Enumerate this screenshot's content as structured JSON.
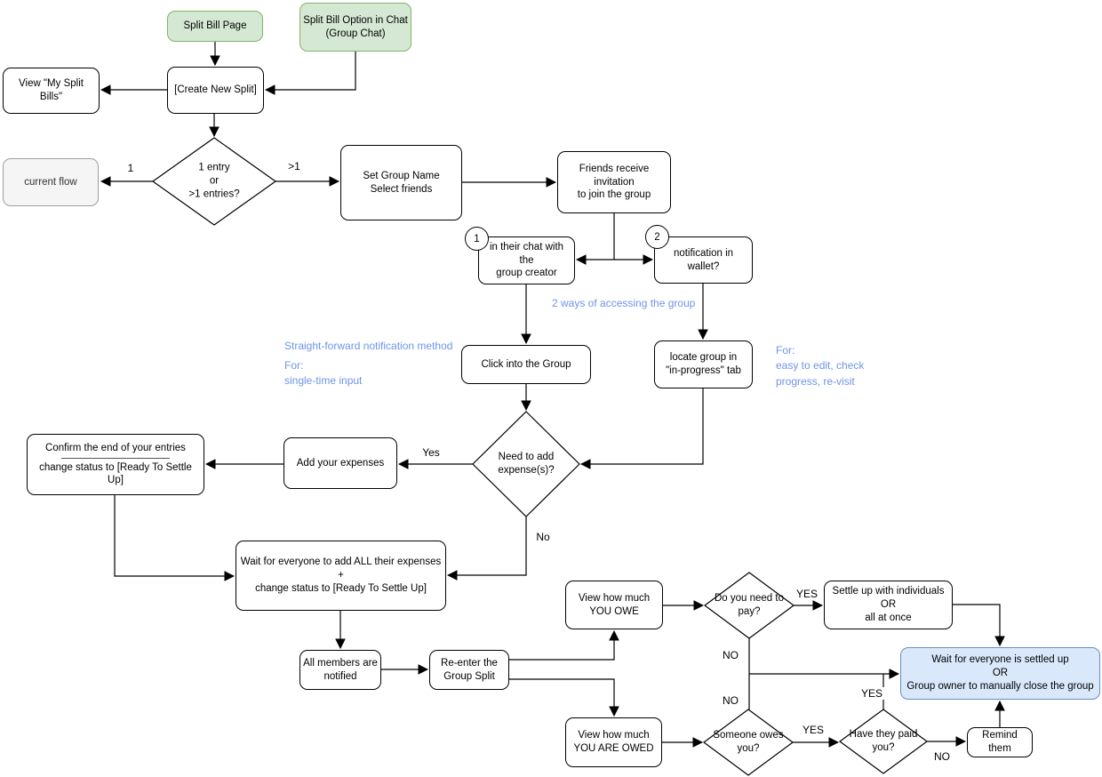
{
  "title": "Split Bill Flowchart",
  "colors": {
    "green_fill": "#d5e8d4",
    "green_border": "#82b366",
    "blue_fill": "#dae8fc",
    "blue_border": "#6c8ebf",
    "gray_fill": "#f5f5f5",
    "gray_border": "#9e9e9e",
    "annotation_text": "#6e95e8",
    "line": "#000000"
  },
  "nodes": {
    "split_bill_page": "Split Bill Page",
    "split_bill_option": "Split Bill Option in Chat\n(Group Chat)",
    "view_my_split_bills": "View \"My Split Bills\"",
    "create_new_split": "[Create New Split]",
    "current_flow": "current flow",
    "entries_decision": "1 entry\nor\n>1 entries?",
    "set_group_name": "Set Group Name\nSelect friends",
    "friends_receive": "Friends receive invitation\nto join the group",
    "chat_with_creator": "in their chat with the\ngroup creator",
    "notification_wallet": "notification in wallet?",
    "click_into_group": "Click into the Group",
    "locate_group": "locate group in\n\"in-progress\" tab",
    "need_add_expense": "Need to add\nexpense(s)?",
    "add_expenses": "Add your expenses",
    "confirm_line1": "Confirm the end of your entries",
    "confirm_line2": "change status to [Ready To Settle Up]",
    "wait_everyone_add": "Wait for everyone to add ALL their expenses\n+\nchange status to [Ready To Settle Up]",
    "all_members": "All members are\nnotified",
    "re_enter": "Re-enter the\nGroup Split",
    "view_you_owe": "View how much\nYOU OWE",
    "do_you_need_pay": "Do you need to\npay?",
    "settle_up": "Settle up with individuals\nOR\nall at once",
    "wait_settled": "Wait for everyone is settled up\nOR\nGroup owner to manually close the group",
    "view_you_are_owed": "View how much\nYOU ARE OWED",
    "someone_owes": "Someone owes\nyou?",
    "have_they_paid": "Have they paid\nyou?",
    "remind_them": "Remind them"
  },
  "badges": {
    "one": "1",
    "two": "2"
  },
  "edge_labels": {
    "entry_one": "1",
    "entry_many": ">1",
    "need_yes": "Yes",
    "need_no": "No",
    "pay_yes": "YES",
    "pay_no": "NO",
    "owes_no": "NO",
    "owes_yes": "YES",
    "paid_yes": "YES",
    "paid_no": "NO"
  },
  "annotations": {
    "two_ways": "2 ways of accessing the group",
    "straightforward": "Straight-forward notification method",
    "for_single": "For:\nsingle-time input",
    "for_easy": "For:\neasy to edit, check\nprogress, re-visit"
  }
}
